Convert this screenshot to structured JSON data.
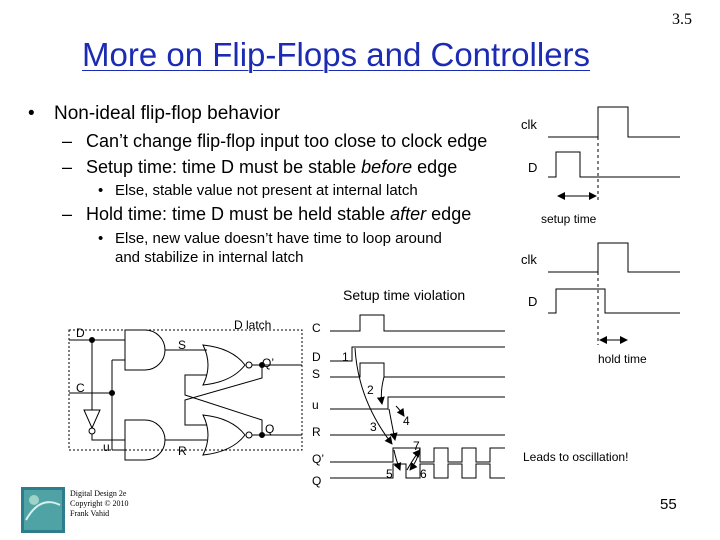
{
  "slide": {
    "title": "More on Flip-Flops and Controllers",
    "slide_id": "3.5",
    "page_number": "55",
    "footer": [
      "Digital Design 2e",
      "Copyright © 2010",
      "Frank Vahid"
    ]
  },
  "bullets": {
    "b1": "Non-ideal flip-flop behavior",
    "b1_marker": "•",
    "dash": "–",
    "b2a": "Can’t change flip-flop input too close to clock edge",
    "b2b_pre": "Setup time: time D must be stable ",
    "b2b_em": "before",
    "b2b_post": " edge",
    "b3a": "Else, stable value not present at internal latch",
    "b2c_pre": "Hold time: time D must be held stable ",
    "b2c_em": "after",
    "b2c_post": " edge",
    "b3b_line1": "Else, new value doesn’t have time to loop around",
    "b3b_line2": "and stabilize in internal latch"
  },
  "timing_setup": {
    "clk": "clk",
    "d": "D",
    "caption": "setup time"
  },
  "timing_hold": {
    "clk": "clk",
    "d": "D",
    "caption": "hold time"
  },
  "latch": {
    "title": "D latch",
    "d": "D",
    "c": "C",
    "s": "S",
    "r": "R",
    "u": "u",
    "q": "Q",
    "qn": "Q’"
  },
  "violation": {
    "title": "Setup time violation",
    "signals": [
      "C",
      "D",
      "S",
      "u",
      "R",
      "Q’",
      "Q"
    ],
    "steps": [
      "1",
      "2",
      "3",
      "4",
      "5",
      "6",
      "7"
    ],
    "note": "Leads to oscillation!"
  }
}
